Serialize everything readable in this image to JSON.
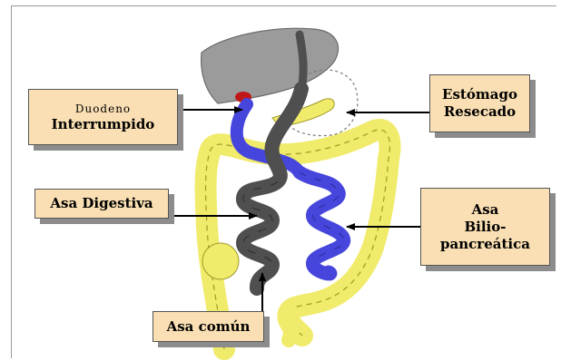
{
  "labels": {
    "duodeno_line1": "Duodeno",
    "duodeno_line2": "Interrumpido",
    "estomago_line1": "Estómago",
    "estomago_line2": "Resecado",
    "asa_digestiva": "Asa Digestiva",
    "asa_bilio_line1": "Asa",
    "asa_bilio_line2": "Bilio-",
    "asa_bilio_line3": "pancreática",
    "asa_comun": "Asa común"
  },
  "colors": {
    "label_fill": "#f9dfb3",
    "liver": "#9b9b9b",
    "intestine_gray": "#4f4f4f",
    "intestine_blue": "#4646dc",
    "colon_yellow": "#f0eb6a",
    "gallbladder_red": "#c01818"
  }
}
